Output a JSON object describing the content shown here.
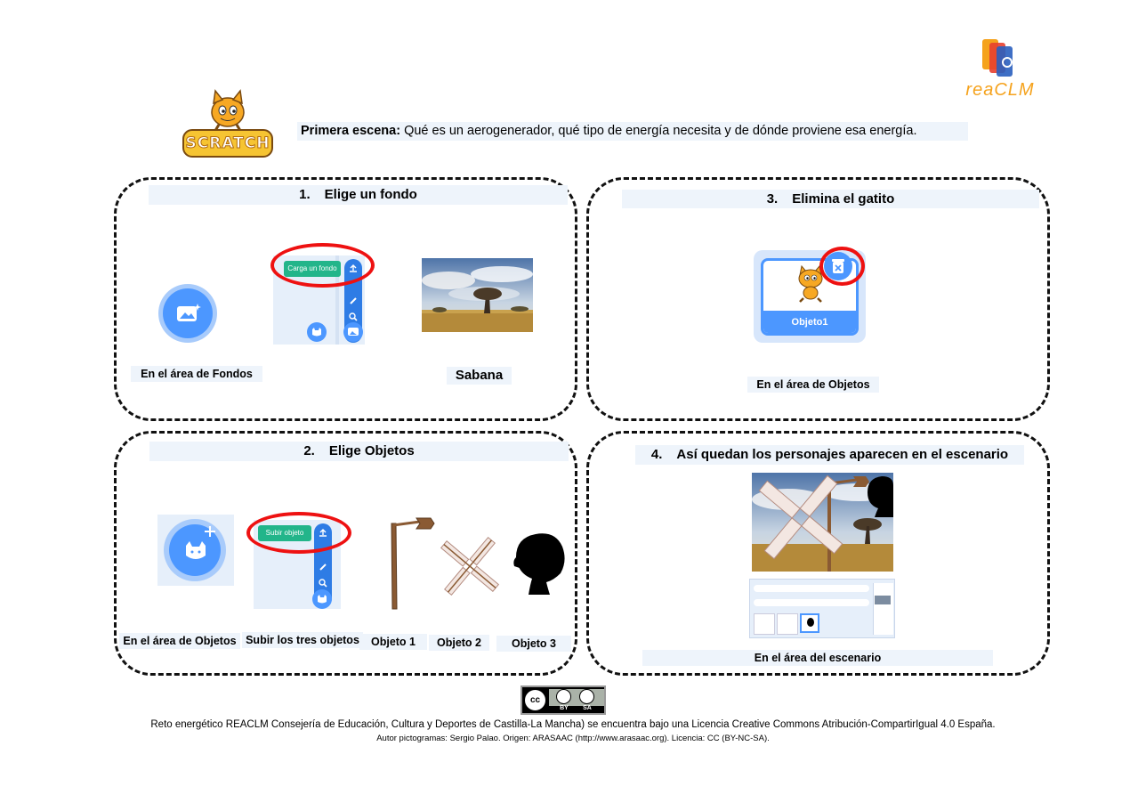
{
  "header": {
    "title_bold": "Primera escena:",
    "title_rest": " Qué es un aerogenerador, qué tipo de energía necesita y de dónde proviene esa energía.",
    "scratch_logo_text": "SCRATCH",
    "brand_logo_text": "reaCLM"
  },
  "panels": {
    "p1": {
      "number": "1.",
      "title": "Elige un fondo",
      "button_label": "Carga un fondo",
      "label_left": "En el área de Fondos",
      "label_right": "Sabana"
    },
    "p2": {
      "number": "2.",
      "title": "Elige Objetos",
      "button_label": "Subir objeto",
      "labels": [
        "En el área de Objetos",
        "Subir los tres objetos",
        "Objeto 1",
        "Objeto 2",
        "Objeto 3"
      ]
    },
    "p3": {
      "number": "3.",
      "title": "Elimina el gatito",
      "sprite_label": "Objeto1",
      "label": "En el área de Objetos"
    },
    "p4": {
      "number": "4.",
      "title": "Así quedan los personajes aparecen en el escenario",
      "label": "En el área del escenario"
    }
  },
  "license": {
    "badge_main": "cc",
    "badge_by": "BY",
    "badge_sa": "SA",
    "line1": "Reto energético REACLM Consejería de Educación, Cultura y Deportes de Castilla-La Mancha) se encuentra bajo una Licencia Creative Commons Atribución-CompartirIgual 4.0 España.",
    "line2": "Autor pictogramas: Sergio Palao. Origen: ARASAAC (http://www.arasaac.org). Licencia: CC (BY-NC-SA)."
  },
  "colors": {
    "scratch_blue": "#4c97ff",
    "teal": "#22b58a",
    "highlight_red": "#e11111",
    "band_bg": "#eef4fb"
  },
  "icons": [
    "scratch-cat-logo",
    "reaclm-logo",
    "backdrop-icon",
    "upload-icon",
    "brush-icon",
    "search-icon",
    "cat-face-icon",
    "trash-icon",
    "cc-icon"
  ]
}
